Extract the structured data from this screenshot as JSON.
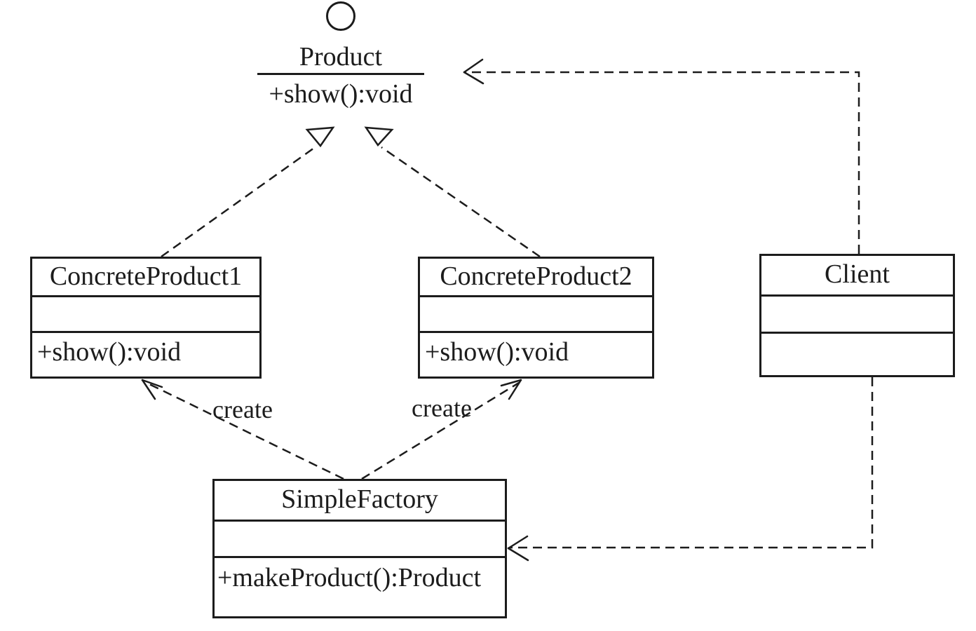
{
  "colors": {
    "stroke": "#1c1c1c",
    "background": "#ffffff"
  },
  "interface": {
    "name": "Product",
    "method": "+show():void"
  },
  "classes": {
    "concrete_product1": {
      "name": "ConcreteProduct1",
      "attributes": "",
      "methods": "+show():void"
    },
    "concrete_product2": {
      "name": "ConcreteProduct2",
      "attributes": "",
      "methods": "+show():void"
    },
    "client": {
      "name": "Client",
      "attributes": "",
      "methods": ""
    },
    "simple_factory": {
      "name": "SimpleFactory",
      "attributes": "",
      "methods": "+makeProduct():Product"
    }
  },
  "edge_labels": {
    "create_left": "create",
    "create_right": "create"
  }
}
